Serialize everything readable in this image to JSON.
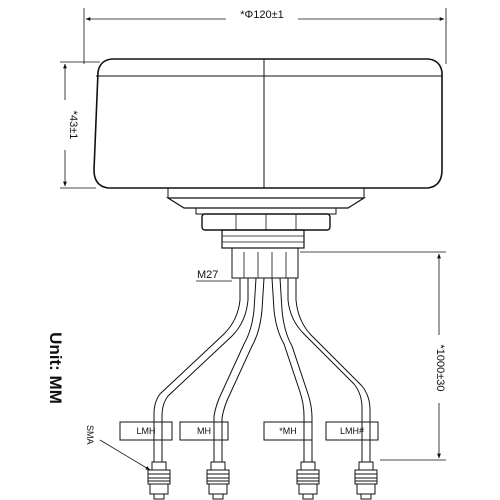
{
  "dimensions": {
    "diameter": "*Φ120±1",
    "height": "*43±1",
    "cable_length": "*1000±30"
  },
  "thread_label": "M27",
  "unit_label": "Unit: MM",
  "connector_label": "SMA",
  "cable_tags": [
    "LMH",
    "MH",
    "*MH",
    "LMH#"
  ]
}
